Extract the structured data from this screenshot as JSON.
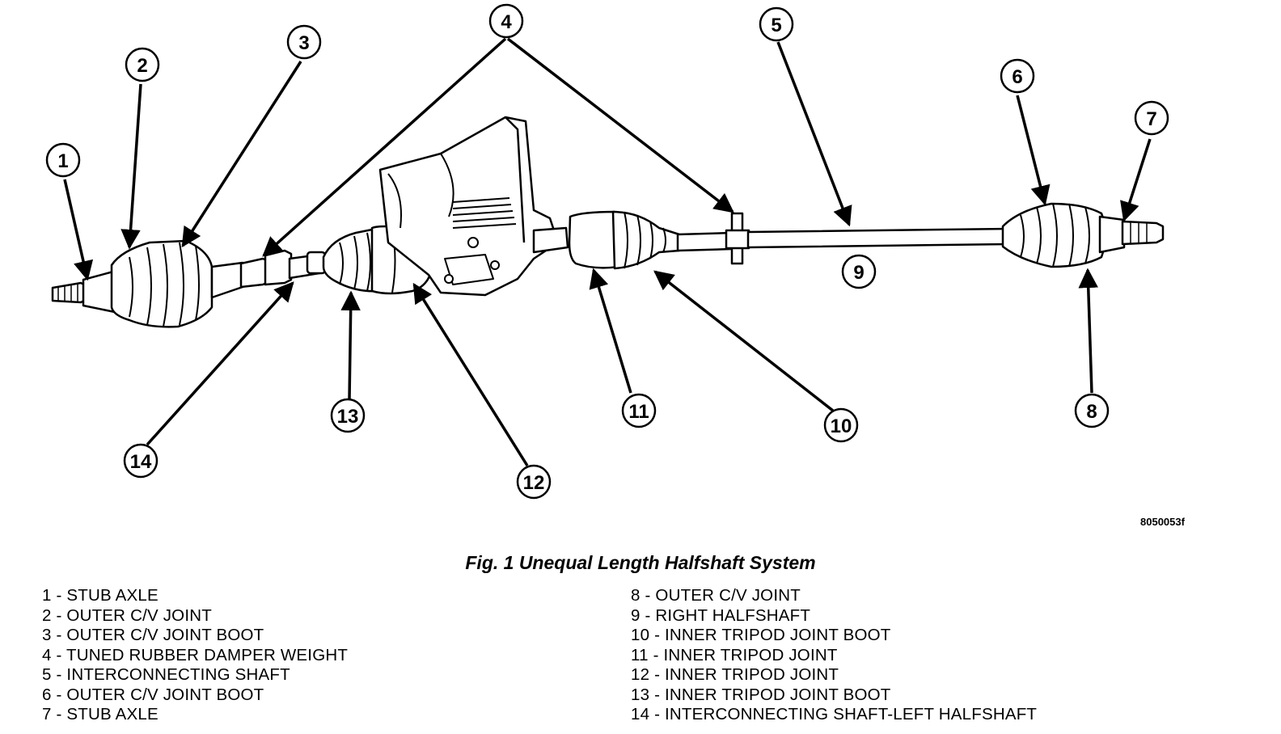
{
  "figure_id": "8050053f",
  "caption": "Fig. 1 Unequal Length Halfshaft System",
  "callouts": [
    "1",
    "2",
    "3",
    "4",
    "5",
    "6",
    "7",
    "8",
    "9",
    "10",
    "11",
    "12",
    "13",
    "14"
  ],
  "legend": {
    "left": [
      "1 - STUB AXLE",
      "2 - OUTER C/V JOINT",
      "3 - OUTER C/V JOINT BOOT",
      "4 - TUNED RUBBER DAMPER WEIGHT",
      "5 - INTERCONNECTING SHAFT",
      "6 - OUTER C/V JOINT BOOT",
      "7 - STUB AXLE"
    ],
    "right": [
      "8 - OUTER C/V JOINT",
      "9 - RIGHT HALFSHAFT",
      "10 - INNER TRIPOD JOINT BOOT",
      "11 - INNER TRIPOD JOINT",
      "12 - INNER TRIPOD JOINT",
      "13 - INNER TRIPOD JOINT BOOT",
      "14 - INTERCONNECTING SHAFT-LEFT HALFSHAFT"
    ]
  }
}
